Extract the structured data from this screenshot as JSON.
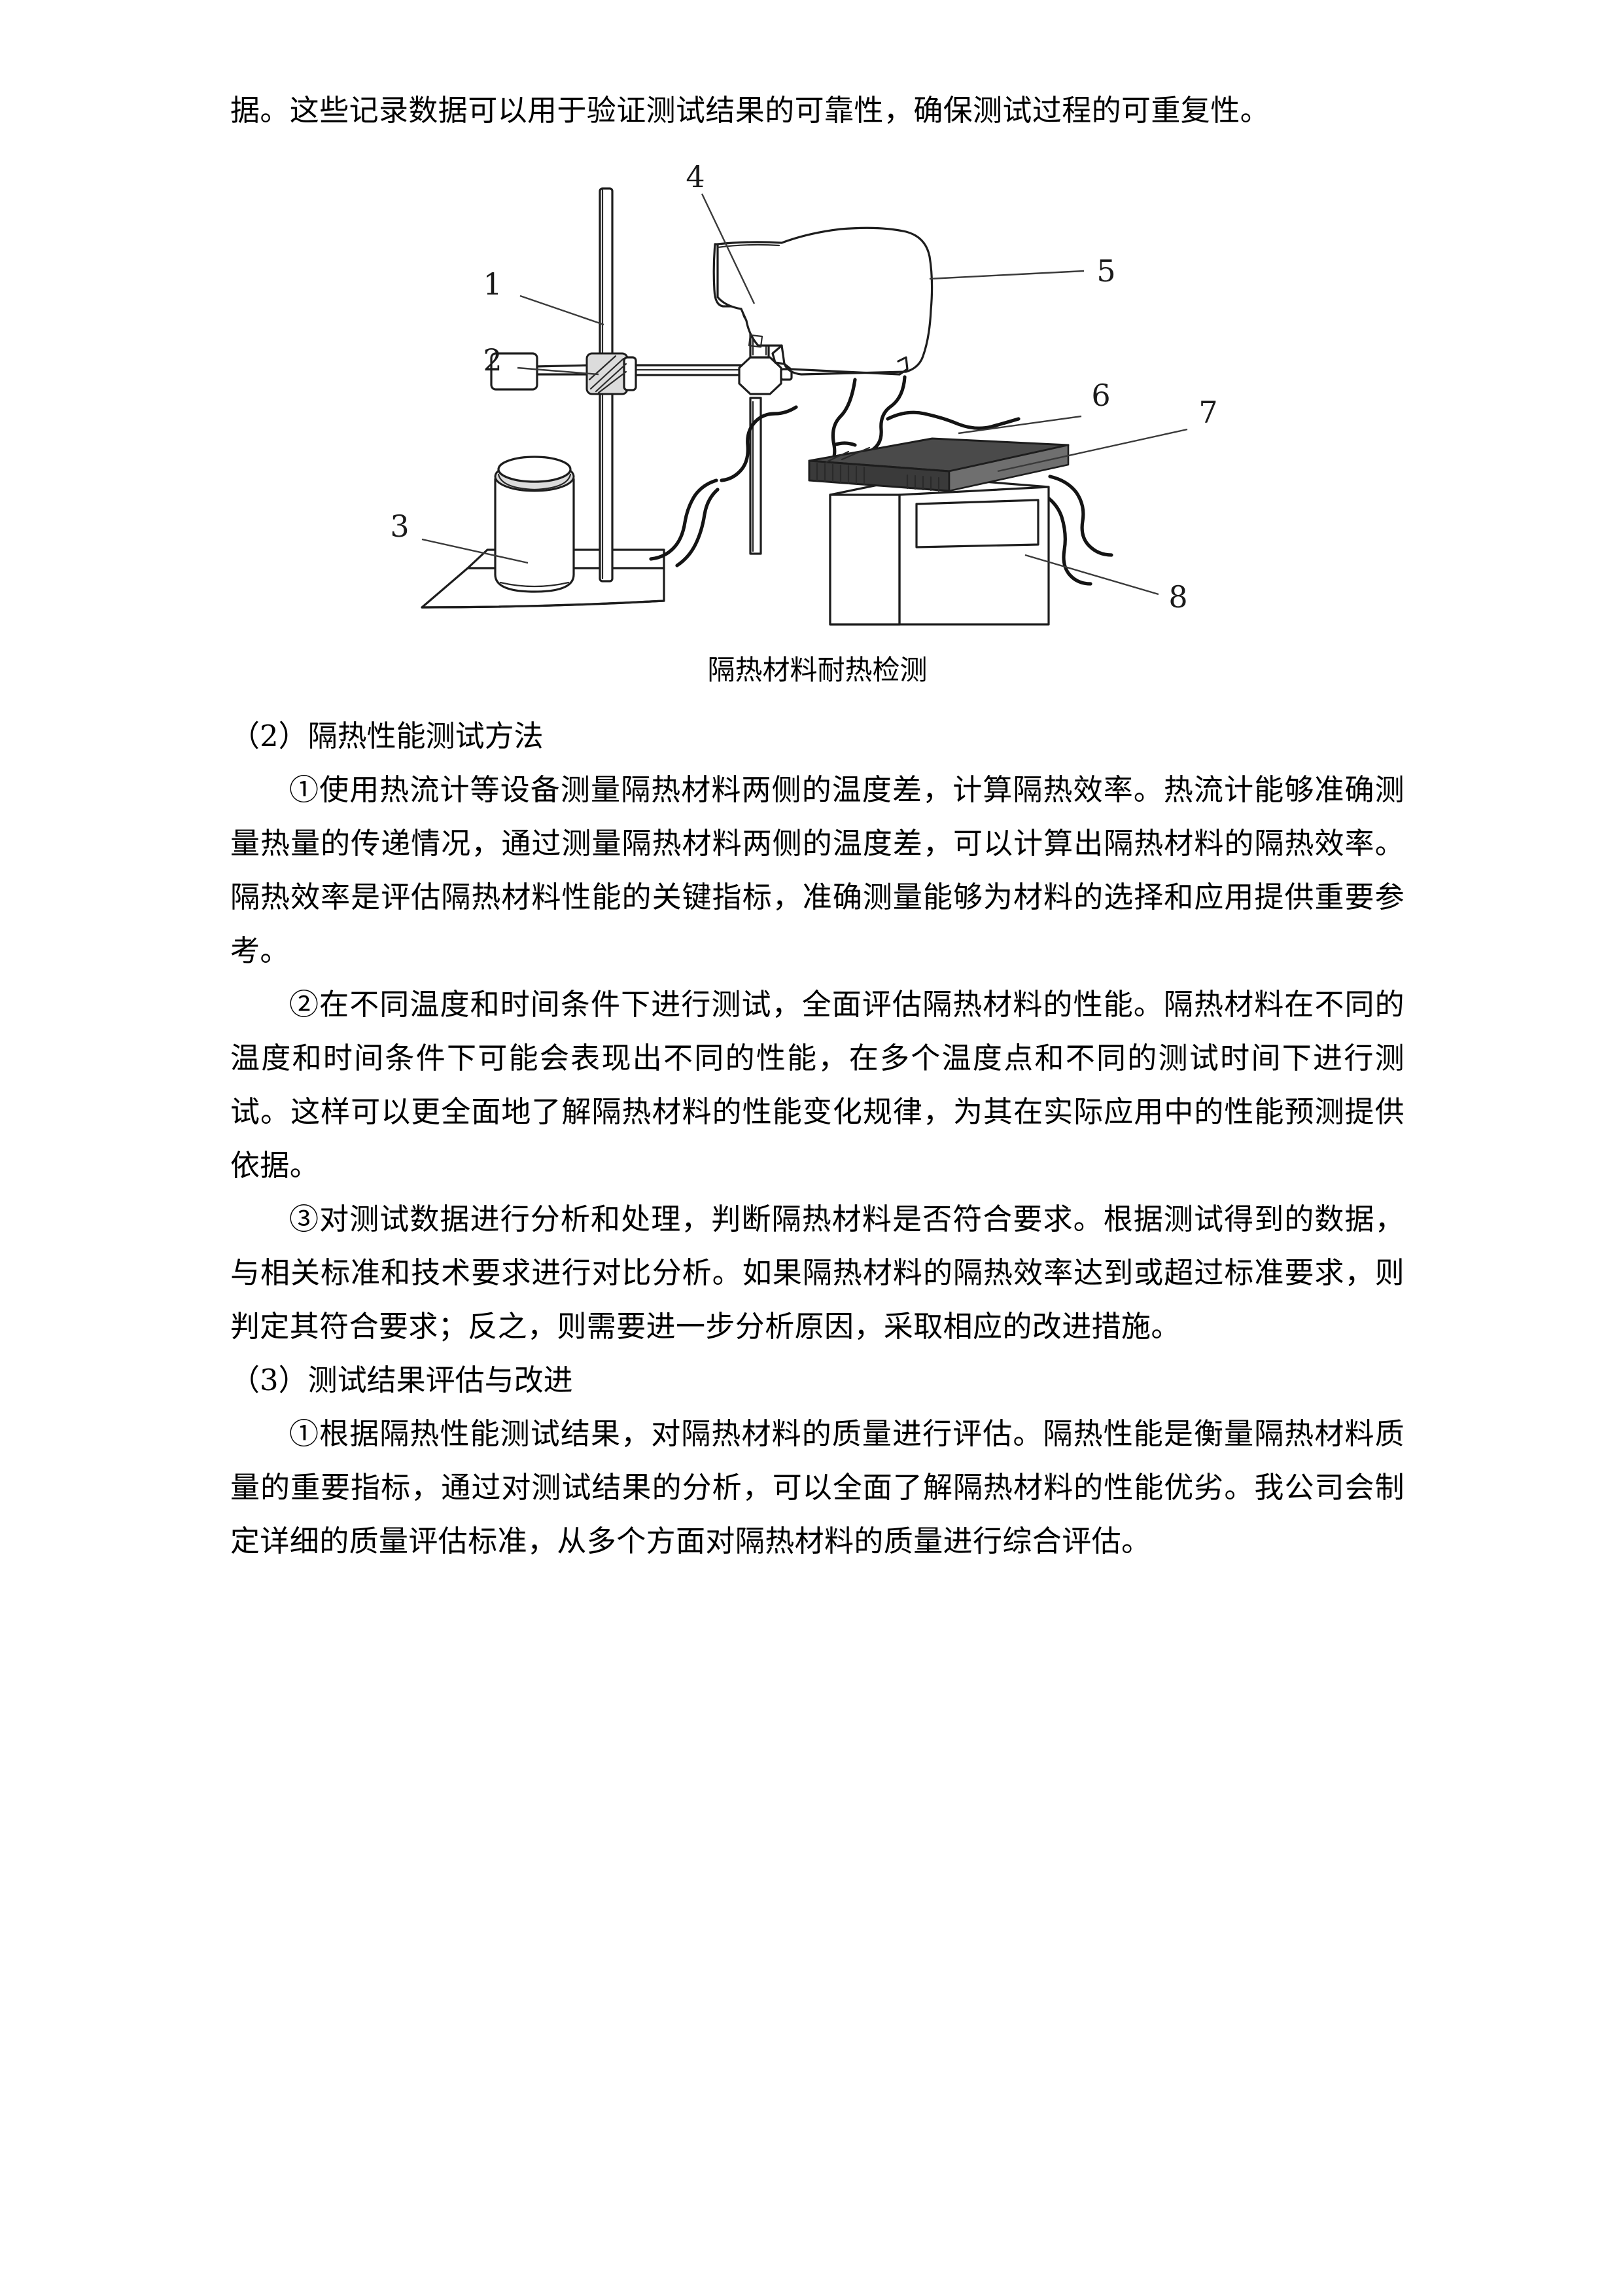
{
  "document": {
    "paragraphs_top": [
      "据。这些记录数据可以用于验证测试结果的可靠性，确保测试过程的可重复性。"
    ],
    "figure": {
      "caption": "隔热材料耐热检测",
      "callouts": [
        {
          "number": "1",
          "target": "vertical-stand-rod"
        },
        {
          "number": "2",
          "target": "boss-head-clamp"
        },
        {
          "number": "3",
          "target": "container-beaker"
        },
        {
          "number": "4",
          "target": "holding-clamp"
        },
        {
          "number": "5",
          "target": "heat-gun-blower"
        },
        {
          "number": "6",
          "target": "thermocouple-wires"
        },
        {
          "number": "7",
          "target": "insulation-specimen-plate"
        },
        {
          "number": "8",
          "target": "test-box-enclosure"
        }
      ]
    },
    "sections": [
      {
        "heading": "（2）隔热性能测试方法",
        "paragraphs": [
          "①使用热流计等设备测量隔热材料两侧的温度差，计算隔热效率。热流计能够准确测量热量的传递情况，通过测量隔热材料两侧的温度差，可以计算出隔热材料的隔热效率。隔热效率是评估隔热材料性能的关键指标，准确测量能够为材料的选择和应用提供重要参考。",
          "②在不同温度和时间条件下进行测试，全面评估隔热材料的性能。隔热材料在不同的温度和时间条件下可能会表现出不同的性能，在多个温度点和不同的测试时间下进行测试。这样可以更全面地了解隔热材料的性能变化规律，为其在实际应用中的性能预测提供依据。",
          "③对测试数据进行分析和处理，判断隔热材料是否符合要求。根据测试得到的数据，与相关标准和技术要求进行对比分析。如果隔热材料的隔热效率达到或超过标准要求，则判定其符合要求；反之，则需要进一步分析原因，采取相应的改进措施。"
        ]
      },
      {
        "heading": "（3）测试结果评估与改进",
        "paragraphs": [
          "①根据隔热性能测试结果，对隔热材料的质量进行评估。隔热性能是衡量隔热材料质量的重要指标，通过对测试结果的分析，可以全面了解隔热材料的性能优劣。我公司会制定详细的质量评估标准，从多个方面对隔热材料的质量进行综合评估。"
        ]
      }
    ]
  }
}
